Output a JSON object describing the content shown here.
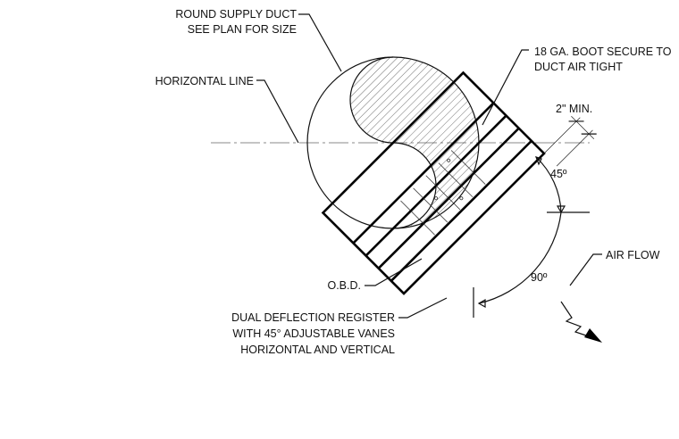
{
  "labels": {
    "round_duct_line1": "ROUND SUPPLY DUCT",
    "round_duct_line2": "SEE PLAN FOR SIZE",
    "horizontal_line": "HORIZONTAL LINE",
    "boot_line1": "18 GA. BOOT SECURE TO",
    "boot_line2": "DUCT AIR TIGHT",
    "two_inch_min": "2\" MIN.",
    "angle_45": "45º",
    "angle_90": "90º",
    "air_flow": "AIR FLOW",
    "obd": "O.B.D.",
    "register_line1": "DUAL DEFLECTION REGISTER",
    "register_line2": "WITH 45° ADJUSTABLE VANES",
    "register_line3": "HORIZONTAL AND VERTICAL"
  }
}
